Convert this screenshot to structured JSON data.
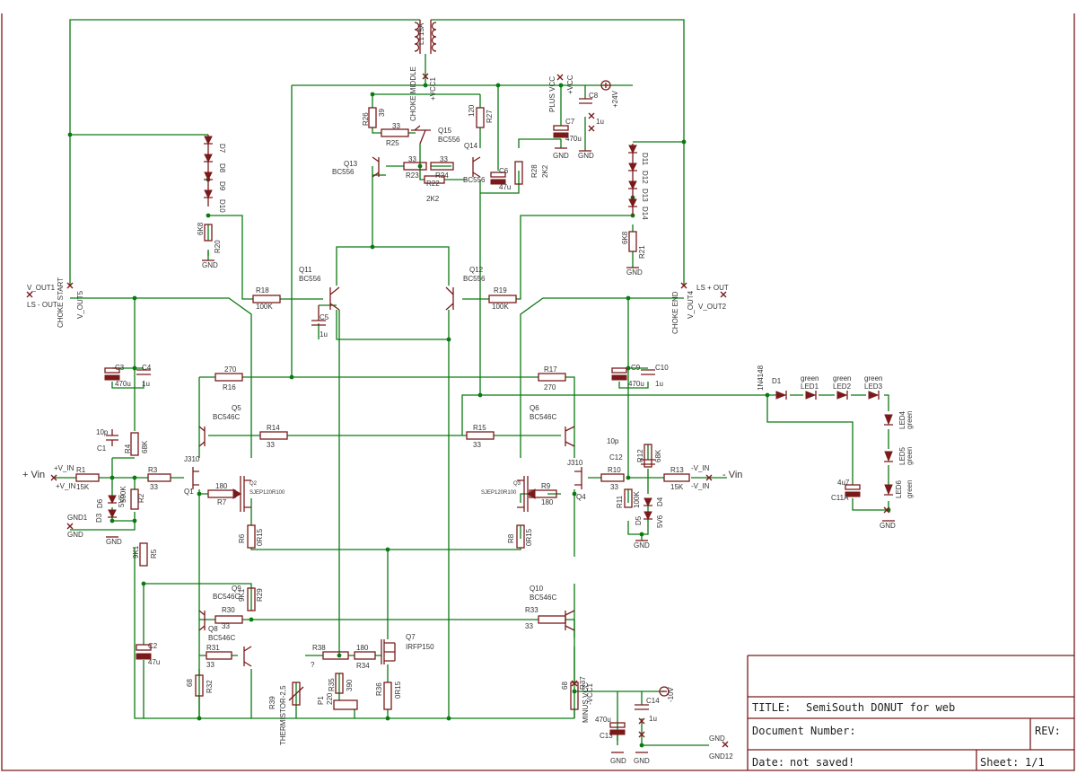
{
  "title_block": {
    "title_caption": "TITLE:",
    "title": "SemiSouth DONUT for web",
    "docnum_caption": "Document Number:",
    "rev_caption": "REV:",
    "date_caption": "Date:",
    "date_value": "not saved!",
    "sheet_caption": "Sheet:",
    "sheet_value": "1/1"
  },
  "ports": {
    "vin_plus": "+ Vin",
    "vin_minus": "- Vin",
    "vin_plus_net": "+V_IN",
    "vin_plus_net2": "+V_IN",
    "vin_minus_net": "-V_IN",
    "vin_minus_net2": "-V_IN",
    "v_out1": "V_OUT1",
    "ls_minus_out": "LS - OUT",
    "choke_start": "CHOKE START",
    "v_out5": "V_OUT5",
    "v_out4": "V_OUT4",
    "ls_plus_out": "LS + OUT",
    "v_out2": "V_OUT2",
    "choke_end": "CHOKE END",
    "choke_middle": "CHOKE MIDDLE",
    "vcc1": "+VCC1",
    "vcc": "+VCC",
    "plus_vcc": "PLUS VCC",
    "minus_vcc": "MINUS VCC",
    "neg_vcc1": "-VCC1",
    "p24v": "+24V",
    "m10v": "-10V",
    "gnd1": "GND1",
    "gnd12": "GND12",
    "gnd": "GND",
    "l1": "L1",
    "l1_value": "15A"
  },
  "parts": {
    "r1": [
      "R1",
      "15K"
    ],
    "r2": [
      "R2",
      "500K"
    ],
    "r3": [
      "R3",
      "33"
    ],
    "r4": [
      "R4",
      "68K"
    ],
    "r5": [
      "R5",
      "9K1"
    ],
    "r6": [
      "R6",
      "0R15"
    ],
    "r7": [
      "R7",
      "180"
    ],
    "r8": [
      "R8",
      "0R15"
    ],
    "r9": [
      "R9",
      "180"
    ],
    "r10": [
      "R10",
      "33"
    ],
    "r11": [
      "R11",
      "100K"
    ],
    "r12": [
      "R12",
      "68K"
    ],
    "r13": [
      "R13",
      "15K"
    ],
    "r14": [
      "R14",
      "33"
    ],
    "r15": [
      "R15",
      "33"
    ],
    "r16": [
      "R16",
      "270"
    ],
    "r17": [
      "R17",
      "270"
    ],
    "r18": [
      "R18",
      "100K"
    ],
    "r19": [
      "R19",
      "100K"
    ],
    "r20": [
      "R20",
      "6K8"
    ],
    "r21": [
      "R21",
      "6K8"
    ],
    "r22": [
      "R22",
      "2K2"
    ],
    "r23": [
      "R23",
      "33"
    ],
    "r24": [
      "R24",
      "33"
    ],
    "r25": [
      "R25",
      "33"
    ],
    "r26": [
      "R26",
      "39"
    ],
    "r27": [
      "R27",
      "120"
    ],
    "r28": [
      "R28",
      "2K2"
    ],
    "r29": [
      "R29",
      "9K1"
    ],
    "r30": [
      "R30",
      "33"
    ],
    "r31": [
      "R31",
      "33"
    ],
    "r32": [
      "R32",
      "68"
    ],
    "r33": [
      "R33",
      "33"
    ],
    "r34": [
      "R34",
      "180"
    ],
    "r35": [
      "R35",
      "390"
    ],
    "r36": [
      "R36",
      "0R15"
    ],
    "r37": [
      "R37",
      "68"
    ],
    "r38": [
      "R38",
      "?"
    ],
    "r39": [
      "R39",
      "THERMISTOR-2,5"
    ],
    "p1": [
      "P1",
      "220"
    ],
    "c1": [
      "C1",
      "10p"
    ],
    "c2": [
      "C2",
      "47u"
    ],
    "c3": [
      "C3",
      "470u"
    ],
    "c4": [
      "C4",
      "1u"
    ],
    "c5": [
      "C5",
      "1u"
    ],
    "c6": [
      "C6",
      "47u"
    ],
    "c7": [
      "C7",
      "470u"
    ],
    "c8": [
      "C8",
      "1u"
    ],
    "c9": [
      "C9",
      "470u"
    ],
    "c10": [
      "C10",
      "1u"
    ],
    "c11": [
      "C11A",
      "4u7"
    ],
    "c12": [
      "C12",
      "10p"
    ],
    "c13": [
      "C13",
      "470u"
    ],
    "c14": [
      "C14",
      "1u"
    ],
    "q1": [
      "Q1",
      "J310"
    ],
    "q2": [
      "Q2",
      "SJEP120R100"
    ],
    "q3": [
      "Q3",
      "SJEP120R100"
    ],
    "q4": [
      "Q4",
      "J310"
    ],
    "q5": [
      "Q5",
      "BC546C"
    ],
    "q6": [
      "Q6",
      "BC546C"
    ],
    "q7": [
      "Q7",
      "IRFP150"
    ],
    "q8": [
      "Q8",
      "BC546C"
    ],
    "q9": [
      "Q9",
      "BC546C"
    ],
    "q10": [
      "Q10",
      "BC546C"
    ],
    "q11": [
      "Q11",
      "BC556"
    ],
    "q12": [
      "Q12",
      "BC556"
    ],
    "q13": [
      "Q13",
      "BC556"
    ],
    "q14": [
      "Q14",
      "BC556"
    ],
    "q15": [
      "Q15",
      "BC556"
    ],
    "d1": [
      "D1",
      "1N4148"
    ],
    "d3": [
      "D3",
      "5V6"
    ],
    "d4": [
      "D4",
      "5V6"
    ],
    "d5": [
      "D5"
    ],
    "d6": [
      "D6"
    ],
    "led1": [
      "LED1",
      "green"
    ],
    "led2": [
      "LED2",
      "green"
    ],
    "led3": [
      "LED3",
      "green"
    ],
    "led4": [
      "LED4",
      "green"
    ],
    "led5": [
      "LED5",
      "green"
    ],
    "led6": [
      "LED6",
      "green"
    ],
    "d_left": [
      "D7",
      "D8",
      "D9",
      "D10"
    ],
    "d_right": [
      "D11",
      "D12",
      "D13",
      "D14"
    ]
  },
  "colors": {
    "wire": "#0a7a12",
    "part": "#7a1a1a",
    "frame": "#7a1a1a",
    "text": "#333333"
  }
}
